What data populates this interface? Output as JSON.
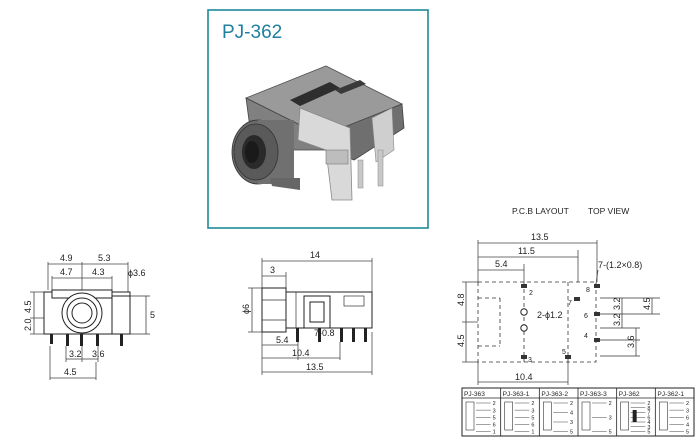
{
  "product": {
    "title": "PJ-362",
    "frame_color": "#1f8a97",
    "title_color": "#1f7fa0"
  },
  "pcb": {
    "title": "P.C.B LAYOUT",
    "view": "TOP VIEW",
    "dims": {
      "overall_width": "13.5",
      "w115": "11.5",
      "w54": "5.4",
      "w104": "10.4",
      "h48": "4.8",
      "h45": "4.5",
      "h32a": "3.2",
      "h32b": "3.2",
      "h36": "3.6",
      "h45r": "4.5",
      "slots": "7-(1.2×0.8)",
      "holes": "2-ϕ1.2"
    },
    "pins": [
      "2",
      "8",
      "7",
      "6",
      "4",
      "3",
      "5"
    ]
  },
  "front": {
    "dims": {
      "w49": "4.9",
      "w53": "5.3",
      "w47": "4.7",
      "w43": "4.3",
      "dia": "ϕ3.6",
      "h45": "4.5",
      "h20": "2.0",
      "h5": "5",
      "w32": "3.2",
      "w36": "3.6",
      "w45b": "4.5"
    }
  },
  "side": {
    "dims": {
      "top14": "14",
      "top3": "3",
      "dia6": "ϕ6",
      "pin08": "7-0.8",
      "w54": "5.4",
      "w104": "10.4",
      "w135": "13.5"
    }
  },
  "schematics": [
    {
      "label": "PJ-363",
      "pins": [
        "2",
        "3",
        "5",
        "6",
        "1"
      ]
    },
    {
      "label": "PJ-363-1",
      "pins": [
        "2",
        "3",
        "5",
        "6",
        "1"
      ]
    },
    {
      "label": "PJ-363-2",
      "pins": [
        "2",
        "4",
        "3",
        "5"
      ]
    },
    {
      "label": "PJ-363-3",
      "pins": [
        "2",
        "3",
        "5"
      ]
    },
    {
      "label": "PJ-362",
      "pins": [
        "2",
        "8",
        "7",
        "6",
        "4",
        "3",
        "5"
      ]
    },
    {
      "label": "PJ-362-1",
      "pins": [
        "2",
        "3",
        "6",
        "4",
        "5"
      ]
    }
  ]
}
